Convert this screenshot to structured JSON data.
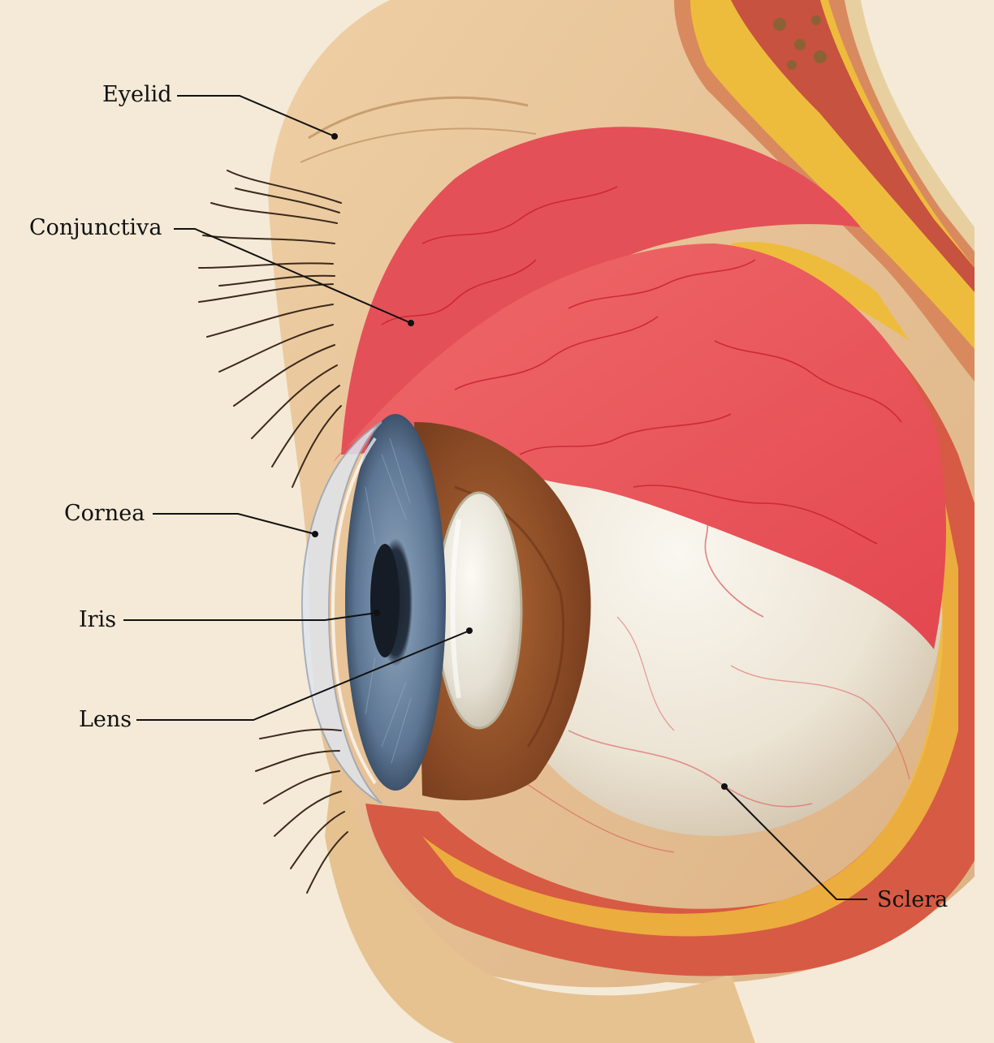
{
  "labels": {
    "eyelid": "Eyelid",
    "conjunctiva": "Conjunctiva",
    "cornea": "Cornea",
    "iris": "Iris",
    "lens": "Lens",
    "sclera": "Sclera"
  },
  "colors": {
    "background": "#f4ead7",
    "skin": "#e9c79a",
    "conjunctiva": "#e8545a",
    "vessel": "#d8262e",
    "sclera": "#f3ede2",
    "iris": "#5e7896",
    "cornea": "#cfd7e3",
    "lens": "#e9e6dc",
    "fat": "#eebc3c",
    "bone": "#e7cf9f",
    "interior": "#9a532a"
  }
}
